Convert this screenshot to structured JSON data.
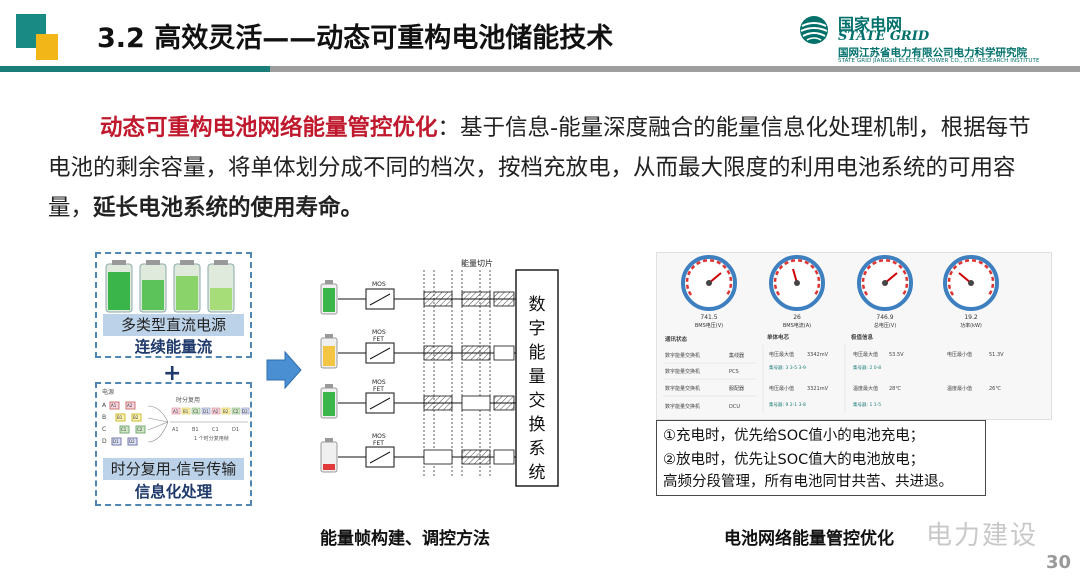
{
  "header": {
    "title": "3.2 高效灵活——动态可重构电池储能技术",
    "logo_cn": "国家电网",
    "logo_en": "STATE GRID",
    "logo_institute": "国网江苏省电力有限公司电力科学研究院",
    "logo_institute_en": "STATE GRID JIANGSU ELECTRIC POWER CO., LTD. RESEARCH INSTITUTE"
  },
  "paragraph": {
    "highlight": "动态可重构电池网络能量管控优化",
    "text1": "：基于信息-能量深度融合的能量信息化处理机制，根据每节电池的剩余容量，将单体划分成不同的档次，按档充放电，从而最大限度的利用电池系统的可用容量，",
    "bold_end": "延长电池系统的使用寿命。"
  },
  "left_diagram": {
    "top_banner": "多类型直流电源",
    "top_sub": "连续能量流",
    "plus": "+",
    "bottom_banner": "时分复用-信号传输",
    "bottom_sub": "信息化处理",
    "tdm_header": "电源",
    "tdm_label": "时分复用",
    "tdm_row_labels": [
      "A",
      "B",
      "C",
      "D"
    ],
    "tdm_slot_labels": [
      "A1",
      "B1",
      "C1",
      "D1"
    ],
    "tdm_cells": [
      "A1",
      "A2",
      "B1",
      "B2",
      "C1",
      "C2",
      "D1",
      "D2",
      "A1",
      "B1",
      "C1",
      "D1",
      "A2",
      "B2",
      "C2",
      "D2"
    ],
    "tdm_note": "1 个时分复用帧"
  },
  "middle_diagram": {
    "slice_label": "能量切片",
    "mos_label_1": "MOS",
    "mos_label_2": "FET",
    "system_label": [
      "数",
      "字",
      "能",
      "量",
      "交",
      "换",
      "系",
      "统"
    ]
  },
  "captions": {
    "left": "能量帧构建、调控方法",
    "right": "电池网络能量管控优化"
  },
  "right_panel": {
    "gauges": [
      {
        "value": "741.5",
        "label": "BMS电压(V)"
      },
      {
        "value": "26",
        "label": "BMS电流(A)"
      },
      {
        "value": "746.9",
        "label": "总电压(V)"
      },
      {
        "value": "19.2",
        "label": "功率(kW)"
      }
    ],
    "col_headers": [
      "通讯状态",
      "单体电芯",
      "极值信息"
    ],
    "comm_rows": [
      {
        "name": "数字能量交换机",
        "device": "集线器"
      },
      {
        "name": "数字能量交换机",
        "device": "PCS"
      },
      {
        "name": "数字能量交换机",
        "device": "服配器"
      },
      {
        "name": "数字能量交换机",
        "device": "DCU"
      }
    ],
    "cell_rows": [
      {
        "label": "电压最大值",
        "value": "3342mV",
        "sub": "集号器: 3  3-5  3-9"
      },
      {
        "label": "电压最小值",
        "value": "3321mV",
        "sub": "集号器: 9  2-1  3-8"
      }
    ],
    "extreme_rows": [
      {
        "l1": "电压最大值",
        "v1": "53.5V",
        "l2": "电压最小值",
        "v2": "51.3V",
        "sub": "集号器: 2  0-8"
      },
      {
        "l1": "温度最大值",
        "v1": "28℃",
        "l2": "温度最小值",
        "v2": "26℃",
        "sub": "集号器: 1  1-5"
      }
    ],
    "note_lines": [
      "①充电时，优先给SOC值小的电池充电；",
      "②放电时，优先让SOC值大的电池放电；",
      "高频分段管理，所有电池同甘共苦、共进退。"
    ]
  },
  "watermark": "电力建设",
  "page_number": "30",
  "colors": {
    "teal": "#1a8a85",
    "yellow": "#f2b619",
    "highlight_red": "#c0182d",
    "banner_blue": "#bcd2e8",
    "dash_blue": "#4f86b3",
    "arrow_blue": "#4a8fd2",
    "battery_green": "#39b54a",
    "battery_yellow": "#f4c542",
    "battery_red": "#e23a3a"
  }
}
